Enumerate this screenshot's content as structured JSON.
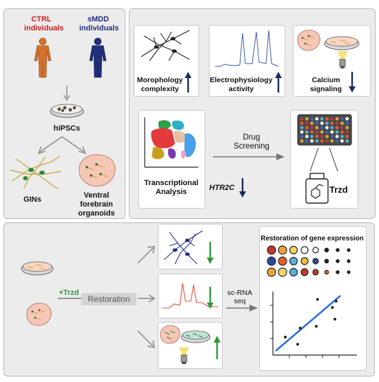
{
  "colors": {
    "ctrl": "#cc1f1f",
    "smdd": "#1f2f7a",
    "up_arrow": "#1a2a5e",
    "down_green": "#2a9a3a",
    "trzd_green": "#2a9a3a",
    "neuron_blue": "#2a2f8a",
    "ephys_red": "#e0503a",
    "ephys_blue": "#3a5aa8",
    "fit_line": "#2f6fd6"
  },
  "left_panel": {
    "ctrl_label": "CTRL individuals",
    "smdd_label": "sMDD individuals",
    "hipsc_label": "hiPSCs",
    "gins_label": "GINs",
    "organoid_label": "Ventral forebrain organoids"
  },
  "cards": {
    "morphology": "Morophology complexity",
    "electrophysiology": "Electrophysiology activity",
    "calcium": "Calcium signaling",
    "transcriptional": "Transcriptional Analysis",
    "gene_label": "HTR2C",
    "drug_screening": "Drug Screening",
    "trzd": "Trzd"
  },
  "bottom": {
    "trzd_label": "+Trzd",
    "restoration": "Restoration",
    "scrna": "sc-RNA seq",
    "gene_restoration_title": "Restoration of gene expression"
  },
  "dots": {
    "rows": [
      [
        "#c0392b",
        "#e8a33d",
        "#f1d56b",
        "#ffffff",
        "#ffffff",
        "#222",
        "#222",
        "#222"
      ],
      [
        "#2c4a9a",
        "#e85d2c",
        "#5ab0d8",
        "#f0c040",
        "#2c4a9a",
        "#222",
        "#222",
        "#222"
      ],
      [
        "#e8a33d",
        "#f1d56b",
        "#5ab0d8",
        "#c0392b",
        "#c0392b",
        "#e85d2c",
        "#222",
        "#222"
      ]
    ]
  },
  "scatter": {
    "points": [
      [
        1,
        2
      ],
      [
        2,
        1.2
      ],
      [
        2.2,
        3
      ],
      [
        3.5,
        3.2
      ],
      [
        3.6,
        6.2
      ],
      [
        5,
        4
      ],
      [
        5.1,
        6
      ],
      [
        4.8,
        5.3
      ]
    ]
  }
}
